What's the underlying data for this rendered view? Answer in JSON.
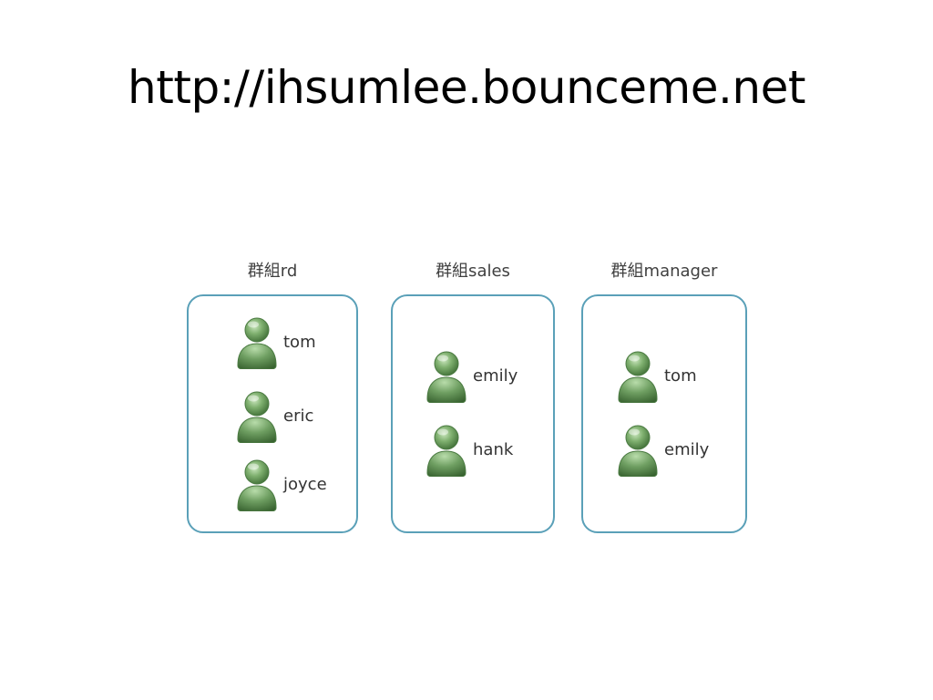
{
  "slide": {
    "title": "http://ihsumlee.bounceme.net"
  },
  "groups": [
    {
      "label": "群組rd",
      "members": [
        "tom",
        "eric",
        "joyce"
      ]
    },
    {
      "label": "群組sales",
      "members": [
        "emily",
        "hank"
      ]
    },
    {
      "label": "群組manager",
      "members": [
        "tom",
        "emily"
      ]
    }
  ],
  "colors": {
    "box_border": "#5aa0b8",
    "user_icon_green": "#6f9f62"
  },
  "icons": {
    "member": "user-icon"
  }
}
